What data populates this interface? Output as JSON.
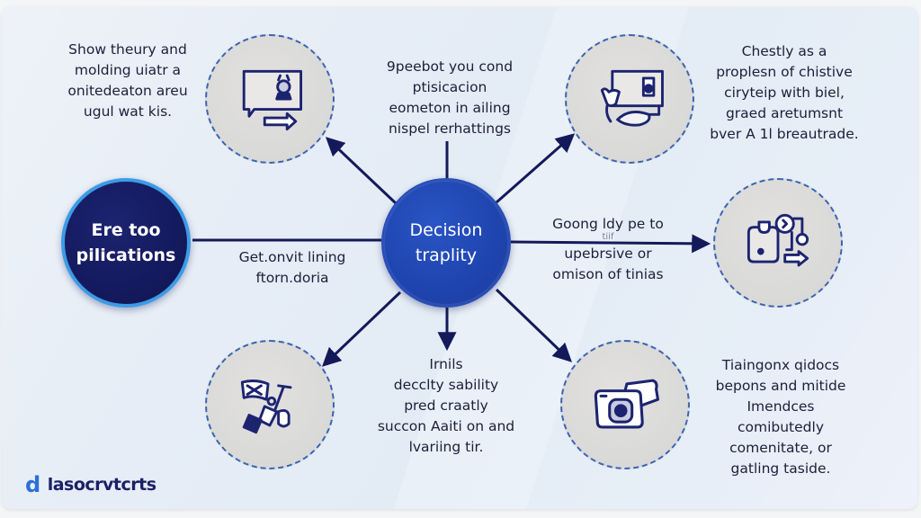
{
  "diagram": {
    "center_node": {
      "label_lines": [
        "Decision",
        "traplity"
      ]
    },
    "source_node": {
      "label_lines": [
        "Ere too",
        "pilications"
      ]
    },
    "source_link_label": [
      "Get.onvit lining",
      "ftorn.doria"
    ],
    "satellites": [
      {
        "id": "top-left",
        "icon": "monitor-robot-icon",
        "text_lines": [
          "Show theury and",
          "molding uiatr a",
          "onitedeaton areu",
          "ugul wat kis."
        ]
      },
      {
        "id": "top-right",
        "icon": "monitor-plant-icon",
        "text_lines": [
          "Chestly as a",
          "proplesn of chistive",
          "ciryteip with biel,",
          "graed aretumsnt",
          "bver A 1l breautrade."
        ]
      },
      {
        "id": "right",
        "icon": "device-clock-arrow-icon",
        "text_lines": [
          "Goong ldy pe to",
          "tiif",
          "upebrsive or",
          "omison of tinias"
        ]
      },
      {
        "id": "bottom-left",
        "icon": "flag-hand-tool-icon",
        "text_lines": []
      },
      {
        "id": "bottom-right",
        "icon": "camera-icon",
        "text_lines": [
          "Tiaingonx qidocs",
          "bepons and mitide",
          "Imendces",
          "comibutedly",
          "comenitate, or",
          "gatling taside."
        ]
      }
    ],
    "top_branch_text": [
      "9peebot you cond",
      "ptisicacion",
      "eometon in ailing",
      "nispel rerhattings"
    ],
    "bottom_branch_text": [
      "Irnils",
      "decclty sability",
      "pred craatly",
      "succon Aaiti on and",
      "lvariing tir."
    ],
    "colors": {
      "center": "#1f45b0",
      "source": "#141a5e",
      "source_rim": "#3d9be6",
      "arrow": "#14195a",
      "dashed_border": "#3a64b3",
      "icon_stroke": "#1c2470"
    }
  },
  "brand": {
    "mark": "d",
    "name": "lasocrvtcrts"
  }
}
